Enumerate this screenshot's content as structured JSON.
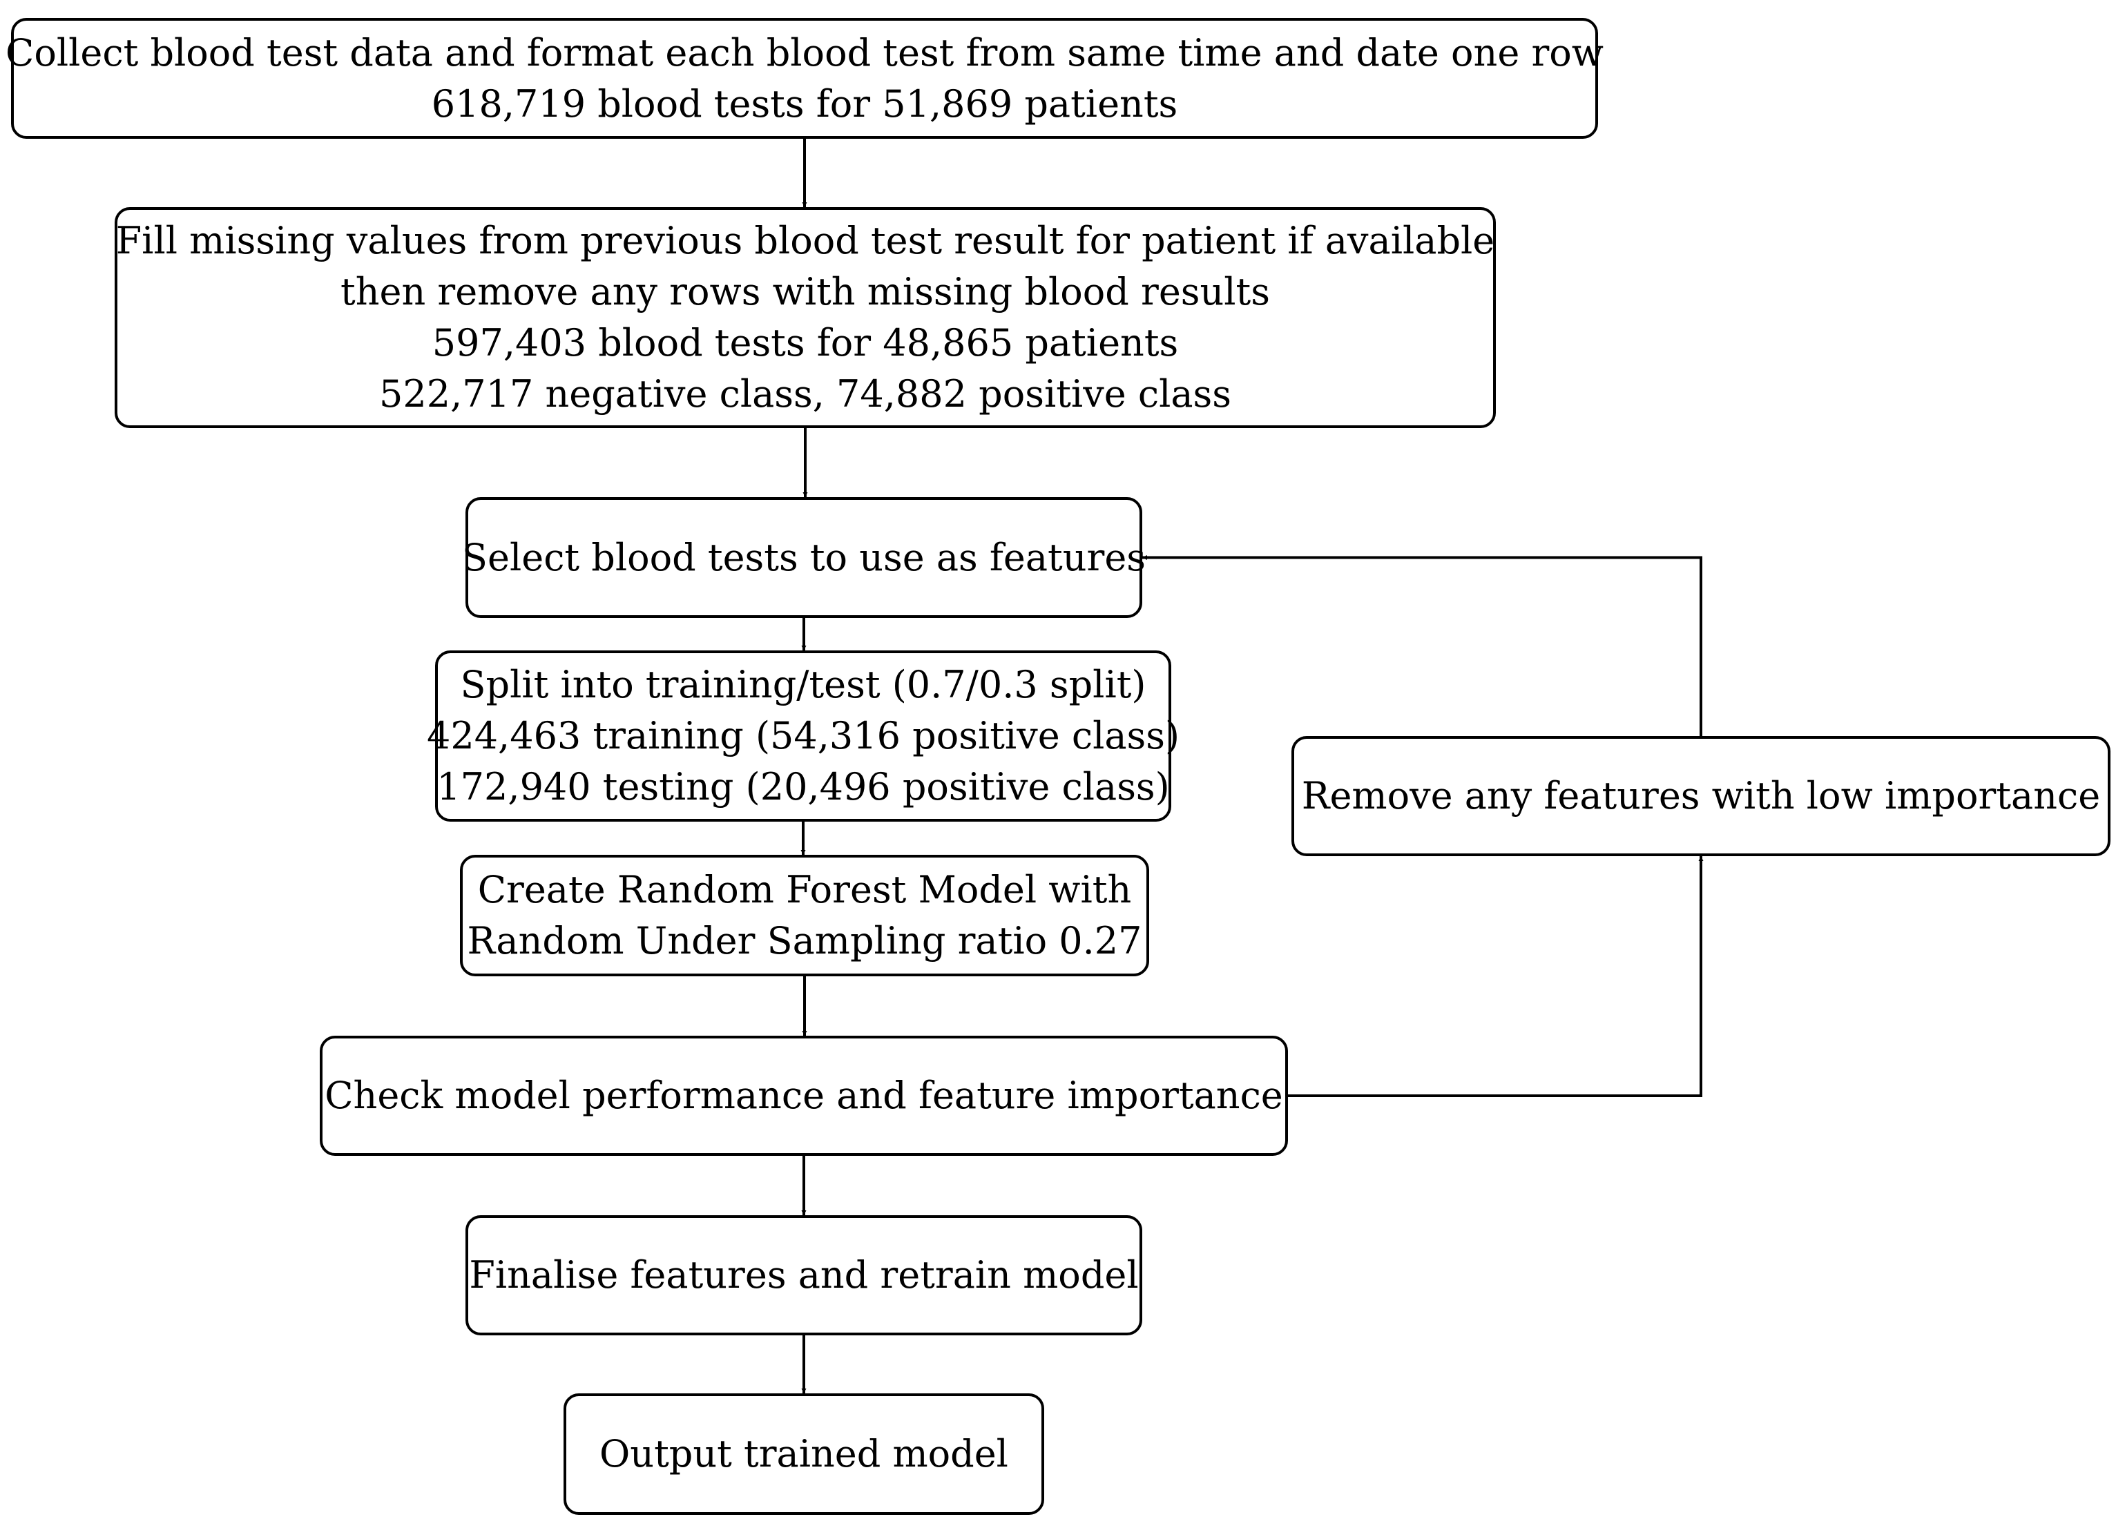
{
  "diagram": {
    "nodes": [
      {
        "id": "collect",
        "lines": [
          "Collect blood test data and format each blood test from same time and date one row",
          "618,719 blood tests for 51,869 patients"
        ]
      },
      {
        "id": "fill",
        "lines": [
          "Fill missing values from previous blood test result for patient if available",
          "then remove any rows with missing blood results",
          "597,403 blood tests for 48,865 patients",
          "522,717 negative class, 74,882 positive class"
        ]
      },
      {
        "id": "select",
        "lines": [
          "Select blood tests to use as features"
        ]
      },
      {
        "id": "split",
        "lines": [
          "Split into training/test (0.7/0.3 split)",
          "424,463 training (54,316 positive class)",
          "172,940 testing (20,496 positive class)"
        ]
      },
      {
        "id": "create",
        "lines": [
          "Create Random Forest Model with",
          "Random Under Sampling ratio 0.27"
        ]
      },
      {
        "id": "check",
        "lines": [
          "Check model performance and feature importance"
        ]
      },
      {
        "id": "finalise",
        "lines": [
          "Finalise features and retrain model"
        ]
      },
      {
        "id": "output",
        "lines": [
          "Output trained model"
        ]
      },
      {
        "id": "remove",
        "lines": [
          "Remove any features with low importance"
        ]
      }
    ],
    "edges": [
      {
        "from": "collect",
        "to": "fill"
      },
      {
        "from": "fill",
        "to": "select"
      },
      {
        "from": "select",
        "to": "split"
      },
      {
        "from": "split",
        "to": "create"
      },
      {
        "from": "create",
        "to": "check"
      },
      {
        "from": "check",
        "to": "finalise"
      },
      {
        "from": "finalise",
        "to": "output"
      },
      {
        "from": "check",
        "to": "remove"
      },
      {
        "from": "remove",
        "to": "select"
      }
    ],
    "colors": {
      "stroke": "#000000",
      "fill": "#ffffff",
      "text": "#000000"
    }
  }
}
